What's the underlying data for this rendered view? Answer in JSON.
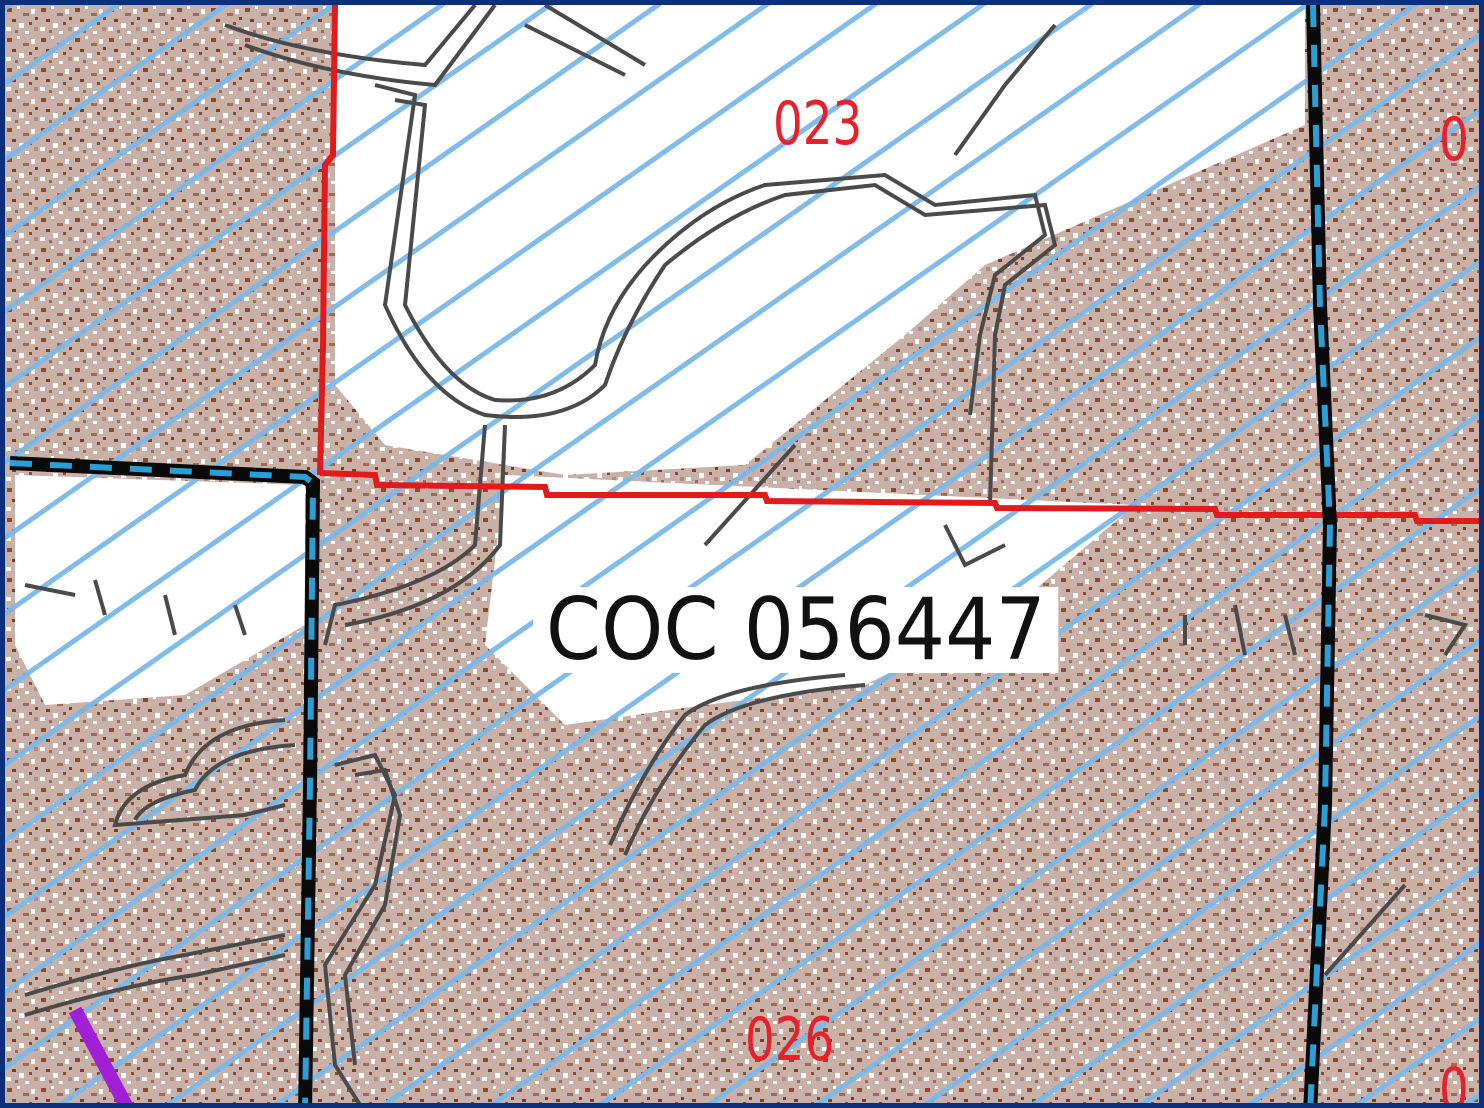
{
  "map": {
    "colors": {
      "terrain": "#a4776a",
      "terrain_dark": "#7a3e22",
      "hatch": "#79b8ea",
      "section_line": "#e31a1c",
      "boundary": "#0a0a0a",
      "boundary_dash": "#2a9fd6",
      "contour": "#4a4a4a",
      "purple": "#a11fd6"
    },
    "section_labels": {
      "top_center": "023",
      "top_right": "0",
      "bottom_center": "026",
      "bottom_right": "0"
    },
    "claim_label": "COC   056447"
  }
}
